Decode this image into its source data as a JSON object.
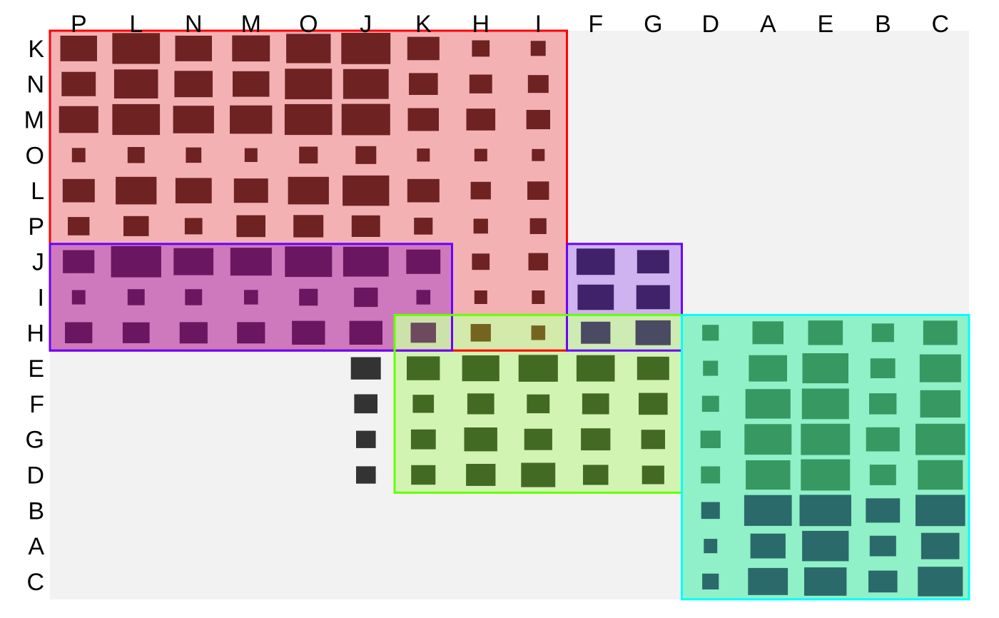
{
  "chart_data": {
    "type": "heatmap",
    "col_labels": [
      "P",
      "L",
      "N",
      "M",
      "O",
      "J",
      "K",
      "H",
      "I",
      "F",
      "G",
      "D",
      "A",
      "E",
      "B",
      "C"
    ],
    "row_labels": [
      "K",
      "N",
      "M",
      "O",
      "L",
      "P",
      "J",
      "I",
      "H",
      "E",
      "F",
      "G",
      "D",
      "B",
      "A",
      "C"
    ],
    "value_scale": [
      0,
      1
    ],
    "cells": [
      [
        0.71,
        0.92,
        0.71,
        0.73,
        0.86,
        0.95,
        0.62,
        0.34,
        0.29,
        null,
        null,
        null,
        null,
        null,
        null,
        null
      ],
      [
        0.66,
        0.85,
        0.74,
        0.71,
        0.91,
        0.88,
        0.56,
        0.44,
        0.4,
        null,
        null,
        null,
        null,
        null,
        null,
        null
      ],
      [
        0.76,
        0.92,
        0.79,
        0.82,
        0.92,
        0.94,
        0.6,
        0.56,
        0.46,
        null,
        null,
        null,
        null,
        null,
        null,
        null
      ],
      [
        0.26,
        0.33,
        0.3,
        0.24,
        0.36,
        0.4,
        0.21,
        0.19,
        0.17,
        null,
        null,
        null,
        null,
        null,
        null,
        null
      ],
      [
        0.62,
        0.79,
        0.7,
        0.66,
        0.79,
        0.9,
        0.62,
        0.39,
        0.42,
        null,
        null,
        null,
        null,
        null,
        null,
        null
      ],
      [
        0.42,
        0.49,
        0.34,
        0.56,
        0.58,
        0.55,
        0.36,
        0.28,
        0.32,
        null,
        null,
        null,
        null,
        null,
        null,
        null
      ],
      [
        0.61,
        0.97,
        0.77,
        0.8,
        0.91,
        0.88,
        0.66,
        0.34,
        0.38,
        0.74,
        0.62,
        null,
        null,
        null,
        null,
        null
      ],
      [
        0.26,
        0.33,
        0.33,
        0.27,
        0.36,
        0.46,
        0.27,
        0.23,
        0.23,
        0.7,
        0.65,
        null,
        null,
        null,
        null,
        null
      ],
      [
        0.53,
        0.52,
        0.54,
        0.54,
        0.64,
        0.64,
        0.49,
        0.39,
        0.27,
        0.57,
        0.68,
        0.32,
        0.6,
        0.67,
        0.43,
        0.66
      ],
      [
        null,
        null,
        null,
        null,
        null,
        0.58,
        0.64,
        0.72,
        0.76,
        0.74,
        0.62,
        0.29,
        0.74,
        0.89,
        0.48,
        0.8
      ],
      [
        null,
        null,
        null,
        null,
        null,
        0.45,
        0.41,
        0.52,
        0.44,
        0.52,
        0.56,
        0.33,
        0.87,
        0.91,
        0.53,
        0.78
      ],
      [
        null,
        null,
        null,
        null,
        null,
        0.38,
        0.48,
        0.64,
        0.54,
        0.57,
        0.46,
        0.39,
        0.91,
        0.95,
        0.65,
        0.96
      ],
      [
        null,
        null,
        null,
        null,
        null,
        0.38,
        0.47,
        0.57,
        0.66,
        0.49,
        0.43,
        0.37,
        0.86,
        0.95,
        0.51,
        0.87
      ],
      [
        null,
        null,
        null,
        null,
        null,
        null,
        null,
        null,
        null,
        null,
        null,
        0.36,
        0.92,
        1.0,
        0.66,
        0.96
      ],
      [
        null,
        null,
        null,
        null,
        null,
        null,
        null,
        null,
        null,
        null,
        null,
        0.26,
        0.68,
        0.9,
        0.51,
        0.74
      ],
      [
        null,
        null,
        null,
        null,
        null,
        null,
        null,
        null,
        null,
        null,
        null,
        0.32,
        0.77,
        0.82,
        0.56,
        0.87
      ]
    ],
    "clusters": [
      {
        "rows": [
          0,
          8
        ],
        "cols": [
          0,
          8
        ],
        "fill": "#f4a6a8",
        "stroke": "#ff0000"
      },
      {
        "rows": [
          6,
          8
        ],
        "cols": [
          0,
          6
        ],
        "fill": "#c770c0",
        "stroke": "#6a00ff"
      },
      {
        "rows": [
          6,
          8
        ],
        "cols": [
          9,
          10
        ],
        "fill": "#c9a8f0",
        "stroke": "#6a00ff"
      },
      {
        "rows": [
          8,
          12
        ],
        "cols": [
          6,
          10
        ],
        "fill": "#ccf5a8",
        "stroke": "#66ff00"
      },
      {
        "rows": [
          8,
          15
        ],
        "cols": [
          11,
          15
        ],
        "fill": "#7ff0c0",
        "stroke": "#00ffff"
      }
    ],
    "colors": {
      "background": "#f2f2f2",
      "cluster_red_cell": "#6e2222",
      "cluster_purple_cell": "#6a1660",
      "cluster_violet_cell": "#40226a",
      "cluster_green_cell": "#436a22",
      "cluster_teal_cell": "#379862",
      "cluster_cyan_cell": "#2a6a6a",
      "overlap_red_purple_green": "#6e4a5e",
      "overlap_red_green": "#756420",
      "overlap_violet_green": "#4a4a62",
      "neutral_cell": "#333333",
      "overlap_green_teal_fill": "#a8f0c0"
    },
    "cell_color_map": [
      [
        "r",
        "r",
        "r",
        "r",
        "r",
        "r",
        "r",
        "r",
        "r",
        null,
        null,
        null,
        null,
        null,
        null,
        null
      ],
      [
        "r",
        "r",
        "r",
        "r",
        "r",
        "r",
        "r",
        "r",
        "r",
        null,
        null,
        null,
        null,
        null,
        null,
        null
      ],
      [
        "r",
        "r",
        "r",
        "r",
        "r",
        "r",
        "r",
        "r",
        "r",
        null,
        null,
        null,
        null,
        null,
        null,
        null
      ],
      [
        "r",
        "r",
        "r",
        "r",
        "r",
        "r",
        "r",
        "r",
        "r",
        null,
        null,
        null,
        null,
        null,
        null,
        null
      ],
      [
        "r",
        "r",
        "r",
        "r",
        "r",
        "r",
        "r",
        "r",
        "r",
        null,
        null,
        null,
        null,
        null,
        null,
        null
      ],
      [
        "r",
        "r",
        "r",
        "r",
        "r",
        "r",
        "r",
        "r",
        "r",
        null,
        null,
        null,
        null,
        null,
        null,
        null
      ],
      [
        "p",
        "p",
        "p",
        "p",
        "p",
        "p",
        "p",
        "r",
        "r",
        "v",
        "v",
        null,
        null,
        null,
        null,
        null
      ],
      [
        "p",
        "p",
        "p",
        "p",
        "p",
        "p",
        "p",
        "r",
        "r",
        "v",
        "v",
        null,
        null,
        null,
        null,
        null
      ],
      [
        "p",
        "p",
        "p",
        "p",
        "p",
        "p",
        "x",
        "y",
        "y",
        "z",
        "z",
        "t",
        "t",
        "t",
        "t",
        "t"
      ],
      [
        null,
        null,
        null,
        null,
        null,
        "n",
        "g",
        "g",
        "g",
        "g",
        "g",
        "t",
        "t",
        "t",
        "t",
        "t"
      ],
      [
        null,
        null,
        null,
        null,
        null,
        "n",
        "g",
        "g",
        "g",
        "g",
        "g",
        "t",
        "t",
        "t",
        "t",
        "t"
      ],
      [
        null,
        null,
        null,
        null,
        null,
        "n",
        "g",
        "g",
        "g",
        "g",
        "g",
        "t",
        "t",
        "t",
        "t",
        "t"
      ],
      [
        null,
        null,
        null,
        null,
        null,
        "n",
        "g",
        "g",
        "g",
        "g",
        "g",
        "t",
        "t",
        "t",
        "t",
        "t"
      ],
      [
        null,
        null,
        null,
        null,
        null,
        null,
        null,
        null,
        null,
        null,
        null,
        "c",
        "c",
        "c",
        "c",
        "c"
      ],
      [
        null,
        null,
        null,
        null,
        null,
        null,
        null,
        null,
        null,
        null,
        null,
        "c",
        "c",
        "c",
        "c",
        "c"
      ],
      [
        null,
        null,
        null,
        null,
        null,
        null,
        null,
        null,
        null,
        null,
        null,
        "c",
        "c",
        "c",
        "c",
        "c"
      ]
    ]
  }
}
